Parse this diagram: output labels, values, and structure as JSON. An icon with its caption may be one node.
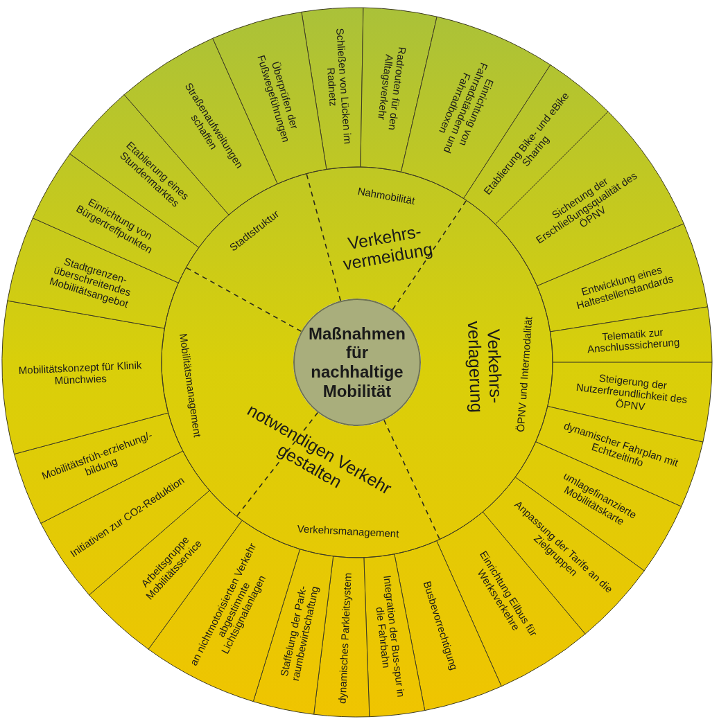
{
  "diagram": {
    "nodes": [
      {
        "text": [
          "Maßnahmen für nachhaltige Mobilität"
        ]
      },
      {
        "text": [
          "Verkehrs-vermeidung"
        ]
      },
      {
        "text": [
          "Verkehrs-verlagerung"
        ]
      },
      {
        "text": [
          "notwendigen Verkehr gestalten"
        ]
      },
      {
        "text": [
          "Stadtstruktur"
        ],
        "in": 1
      },
      {
        "text": [
          "Nahmobilität"
        ],
        "in": 1
      },
      {
        "text": [
          "ÖPNV und Intermodalität"
        ],
        "in": 2
      },
      {
        "text": [
          "Verkehrsmanagement"
        ],
        "in": 3
      },
      {
        "text": [
          "Mobilitätsmanagement"
        ],
        "in": 3
      },
      {
        "text": [
          "Schließen von Lücken im Radnetz"
        ]
      },
      {
        "text": [
          "Radrouten für den Alltagsverkehr"
        ]
      },
      {
        "text": [
          "Einrichtung von Fahrradständern und Fahrradboxen"
        ]
      },
      {
        "text": [
          "Etablierung Bike- und eBike Sharing"
        ]
      },
      {
        "text": [
          "Sicherung der Erschließungsqualität des ÖPNV"
        ]
      },
      {
        "text": [
          "Entwicklung eines Haltestellenstandards"
        ]
      },
      {
        "text": [
          "Telematik zur Anschlusssicherung"
        ]
      },
      {
        "text": [
          "Steigerung der Nutzerfreundlichkeit des ÖPNV"
        ]
      },
      {
        "text": [
          "dynamischer Fahrplan mit Echtzeitinfo"
        ]
      },
      {
        "text": [
          "umlagefinanzierte Mobilitätskarte"
        ]
      },
      {
        "text": [
          "Anpassung der Tarife an die Zielgruppen"
        ]
      },
      {
        "text": [
          "Einrichtung Eilbus für Werksverkehre"
        ]
      },
      {
        "text": [
          "Busbevorrechtigung"
        ]
      },
      {
        "text": [
          "Integration der Bus-spur in die Fahrbahn"
        ]
      },
      {
        "text": [
          "dynamisches Parkleitsystem"
        ]
      },
      {
        "text": [
          "Staffelung der Park-raumbewirtschaftung"
        ]
      },
      {
        "text": [
          "an nichtmotorisierten Verkehr abgestimmte Lichtsignalanlagen"
        ]
      },
      {
        "text": [
          "Arbeitsgruppe Mobilitätsservice"
        ]
      },
      {
        "text": [
          "Initiativen zur CO$_{2}$-Reduktion"
        ]
      },
      {
        "text": [
          "Mobilitätsfrüh-erziehung/-bildung"
        ]
      },
      {
        "text": [
          "Mobilitätskonzept für Klinik Münchwies"
        ]
      },
      {
        "text": [
          "Stadtgrenzen-überschreitendes Mobilitätsangebot"
        ]
      },
      {
        "text": [
          "Einrichtung von Bürgertreffpunkten"
        ]
      },
      {
        "text": [
          "Etablierung eines Stundenmarktes"
        ]
      },
      {
        "text": [
          "Straßenaufweitungen schaffen"
        ]
      },
      {
        "text": [
          "Überprüfen der Fußwegeführungen"
        ]
      }
    ]
  }
}
